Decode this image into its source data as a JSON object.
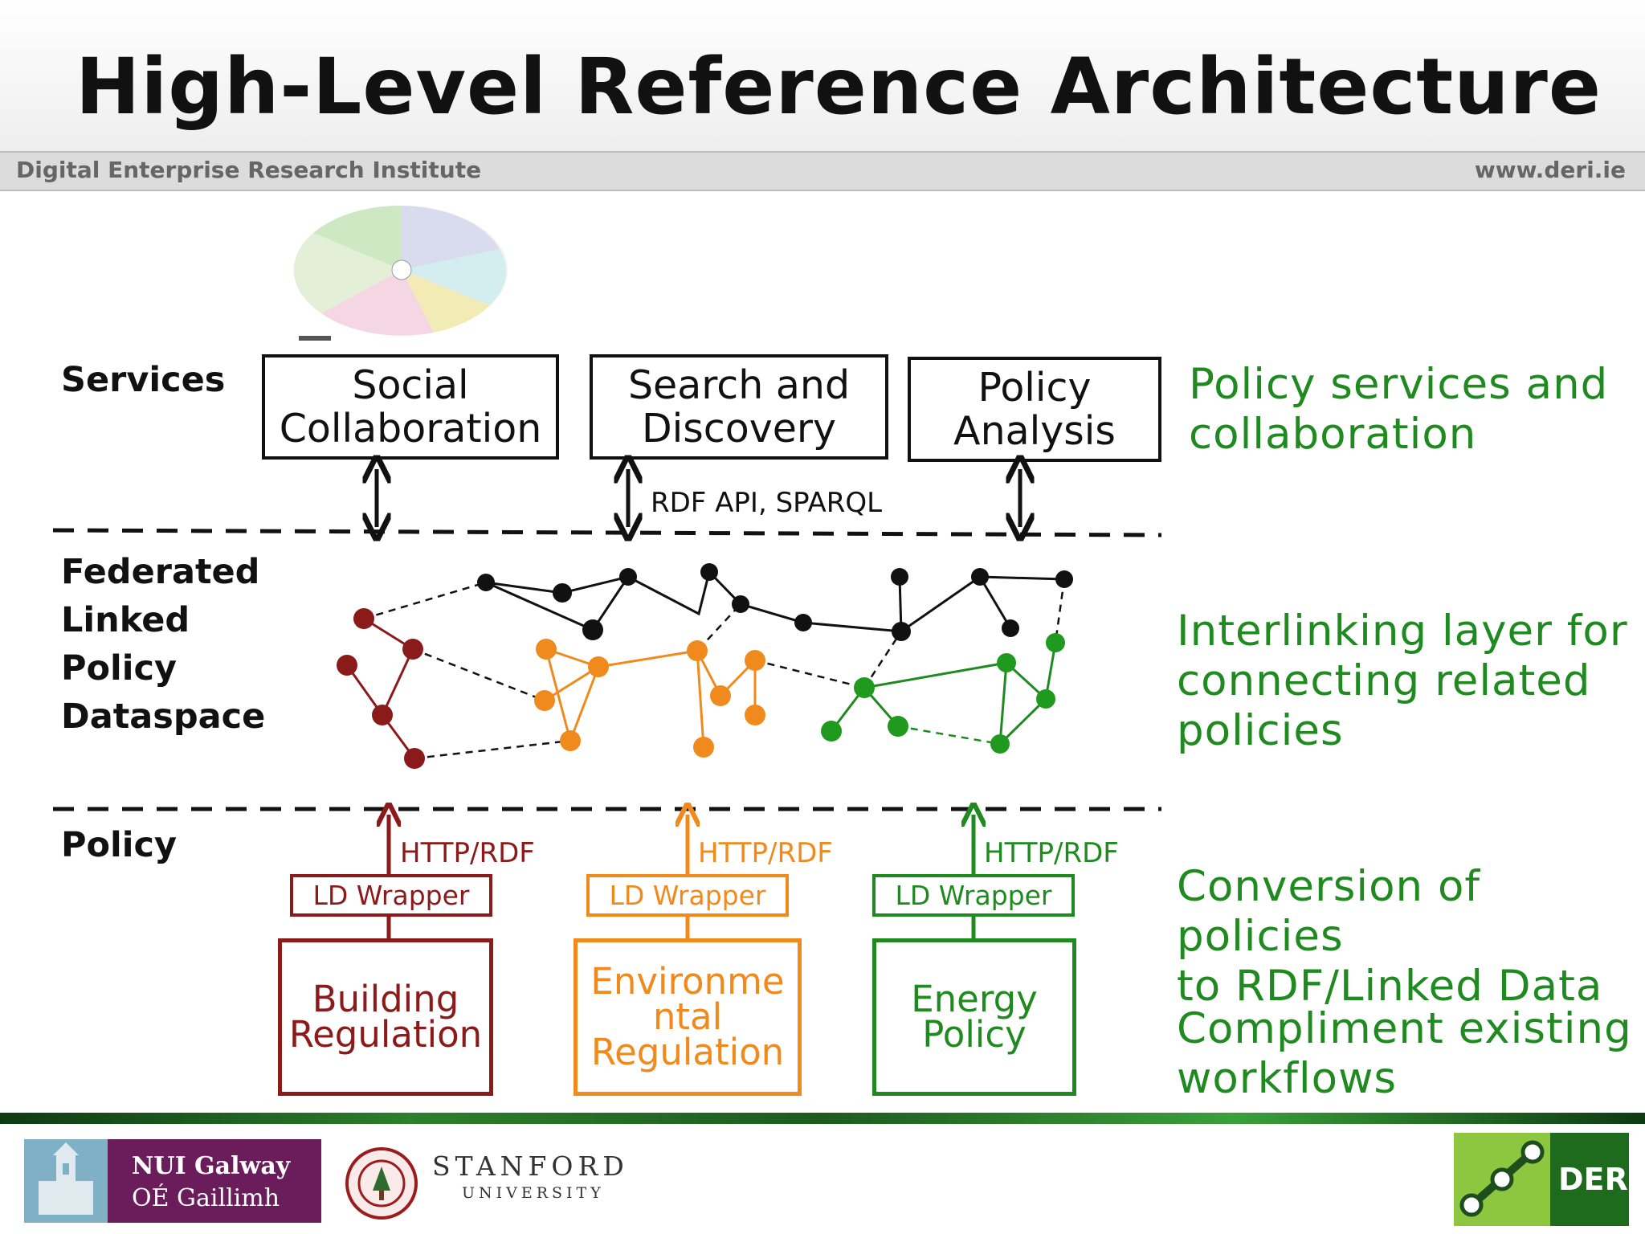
{
  "header": {
    "title": "High-Level Reference Architecture",
    "org": "Digital Enterprise Research Institute",
    "site": "www.deri.ie"
  },
  "layers": {
    "services": "Services",
    "dataspace": "Federated\nLinked\nPolicy\nDataspace",
    "policy": "Policy"
  },
  "services": [
    {
      "label": "Social\nCollaboration"
    },
    {
      "label": "Search and\nDiscovery"
    },
    {
      "label": "Policy\nAnalysis"
    }
  ],
  "api_label": "RDF API, SPARQL",
  "notes": {
    "services": "Policy services and\ncollaboration",
    "interlinking": "Interlinking layer for\nconnecting related\npolicies",
    "conversion": "Conversion of policies\nto RDF/Linked Data",
    "compliment": "Compliment existing\nworkflows"
  },
  "sources": [
    {
      "http": "HTTP/RDF",
      "wrapper": "LD Wrapper",
      "name": "Building\nRegulation",
      "color": "#8b1a1a"
    },
    {
      "http": "HTTP/RDF",
      "wrapper": "LD Wrapper",
      "name": "Environme\nntal\nRegulation",
      "color": "#f08a1c"
    },
    {
      "http": "HTTP/RDF",
      "wrapper": "LD Wrapper",
      "name": "Energy\nPolicy",
      "color": "#1f8a1f"
    }
  ],
  "colors": {
    "note_green": "#1f8a1f",
    "red": "#8b1a1a",
    "orange": "#f08a1c",
    "green": "#1f8a1f"
  },
  "footer": {
    "nuig_line1": "NUI Galway",
    "nuig_line2": "OÉ Gaillimh",
    "stanford_line1": "STANFORD",
    "stanford_line2": "UNIVERSITY",
    "deri_logo": "DERI"
  }
}
